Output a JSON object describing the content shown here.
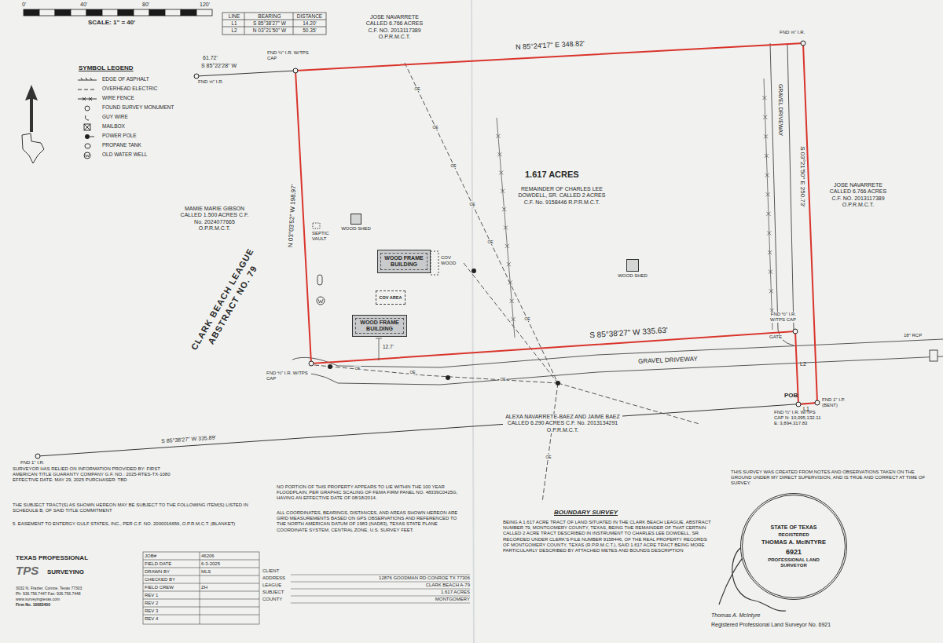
{
  "diagram": {
    "title": "BOUNDARY SURVEY",
    "nodes": [
      {
        "text": [
          "WOOD FRAME BUILDING"
        ]
      },
      {
        "text": [
          "WOOD FRAME BUILDING"
        ]
      },
      {
        "text": [
          "COV AREA"
        ]
      },
      {
        "text": [
          "WOOD SHED"
        ]
      },
      {
        "text": [
          "WOOD SHED"
        ]
      },
      {
        "text": [
          "STATE OF TEXAS",
          "REGISTERED",
          "THOMAS A. McINTYRE",
          "6921",
          "PROFESSIONAL LAND SURVEYOR"
        ]
      }
    ],
    "labels": [
      "0'",
      "40'",
      "80'",
      "120'",
      "SCALE: 1\" = 40'",
      "LINE",
      "BEARING",
      "DISTANCE",
      "L1",
      "S 85°38'27\" W",
      "14.20'",
      "L2",
      "N 03°21'50\" W",
      "50.35'",
      "SYMBOL LEGEND",
      "JOSE NAVARRETE CALLED 6.766 ACRES C.F. NO. 2013117389 O.P.R.M.C.T.",
      "N 85°24'17\" E 348.82'",
      "FND ⅝\" I.R.",
      "61.72'",
      "S 85°22'28\" W",
      "FND ⅝\" I.R.",
      "FND ½\" I.R. W/TPS CAP",
      "N 03°03'52\" W 198.97'",
      "1.617 ACRES",
      "REMAINDER OF CHARLES LEE DOWDELL, SR. CALLED 2 ACRES C.F. No. 9158446 R.P.R.M.C.T.",
      "GRAVEL DRIVEWAY",
      "S 03°21'50\" E 250.73'",
      "JOSE NAVARRETE CALLED 6.766 ACRES C.F. NO. 2013117389 O.P.R.M.C.T.",
      "MAMIE MARIE GIBSON CALLED 1.500 ACRES C.F. No. 2024077665 O.P.R.M.C.T.",
      "CLARK BEACH LEAGUE ABSTRACT NO. 79",
      "SEPTIC VAULT",
      "COV WOOD",
      "12.7'",
      "FND ½\" I.R. W/TPS CAP",
      "GATE",
      "L2",
      "L1",
      "S 85°38'27\" W 335.63'",
      "GRAVEL DRIVEWAY",
      "POB",
      "FND ½\" I.R. W/TPS CAP N: 10,095,132.11 E: 3,894,317.83",
      "FND 1\" I.P. (BENT)",
      "18\" RCP",
      "FND ½\" I.R. W/TPS CAP",
      "S 85°38'27\" W 335.89'",
      "FND 1\" I.R.",
      "ALEXA NAVARRETE-BAEZ AND JAIME BAEZ CALLED 6.290 ACRES C.F. No. 2013134291 O.P.R.M.C.T.",
      "OE",
      "OE",
      "OE",
      "OE",
      "OE",
      "OE",
      "OE",
      "OE",
      "OE",
      "OE",
      "SURVEYOR HAS RELIED ON INFORMATION PROVIDED BY: FIRST AMERICAN TITLE GUARANTY COMPANY G.F. NO.: 2025-RTES-TX-1080 EFFECTIVE DATE: MAY 29, 2025 PURCHASER: TBD",
      "THE SUBJECT TRACT(S) AS SHOWN HEREON MAY BE SUBJECT TO THE FOLLOWING ITEM(S) LISTED IN SCHEDULE B, OF SAID TITLE COMMITMENT",
      "5. EASEMENT TO ENTERGY GULF STATES, INC., PER C.F. NO. 2000016656, O.P.R.M.C.T. (BLANKET)",
      "NO PORTION OF THIS PROPERTY APPEARS TO LIE WITHIN THE 100 YEAR FLOODPLAIN, PER GRAPHIC SCALING OF FEMA FIRM PANEL NO. 48339C0425G, HAVING AN EFFECTIVE DATE OF 08/18/2014.",
      "ALL COORDINATES, BEARINGS, DISTANCES, AND AREAS SHOWN HEREON ARE GRID MEASUREMENTS BASED ON GPS OBSERVATIONS AND REFERENCED TO THE NORTH AMERICAN DATUM OF 1983 (NAD83), TEXAS STATE PLANE COORDINATE SYSTEM, CENTRAL ZONE, U.S. SURVEY FEET.",
      "BEING A 1.617 ACRE TRACT OF LAND SITUATED IN THE CLARK BEACH LEAGUE, ABSTRACT NUMBER 79, MONTGOMERY COUNTY, TEXAS, BEING THE REMAINDER OF THAT CERTAIN CALLED 2 ACRE TRACT DESCRIBED IN INSTRUMENT TO CHARLES LEE DOWDELL, SR. RECORDED UNDER CLERK'S FILE NUMBER 9158446, OF THE REAL PROPERTY RECORDS OF MONTGOMERY COUNTY, TEXAS (R.P.R.M.C.T.), SAID 1.617 ACRE TRACT BEING MORE PARTICULARLY DESCRIBED BY ATTACHED METES AND BOUNDS DESCRIPTION",
      "THIS SURVEY WAS CREATED FROM NOTES AND OBSERVATIONS TAKEN ON THE GROUND UNDER MY DIRECT SUPERVISION, AND IS TRUE AND CORRECT AT TIME OF SURVEY.",
      "Thomas A. McIntyre",
      "Registered Professional Land Surveyor No. 6921",
      "TEXAS PROFESSIONAL",
      "TPS",
      "SURVEYING",
      "3032 N. Frazier, Conroe, Texas 77303",
      "Ph: 936.756.7447 Fax: 936.756.7448",
      "www.surveyingtexas.com",
      "Firm No. 10083400",
      "JOB#",
      "46206",
      "FIELD DATE",
      "6-3-2025",
      "DRAWN BY",
      "MLS",
      "CHECKED BY",
      "FIELD CREW",
      "ZH",
      "REV 1",
      "REV 2",
      "REV 3",
      "REV 4",
      "CLIENT",
      "ADDRESS",
      "12876 GOODMAN RD CONROE TX 77306",
      "LEAGUE",
      "CLARK BEACH A-79",
      "SUBJECT",
      "1.617 ACRES",
      "COUNTY",
      "MONTGOMERY"
    ],
    "legend": [
      {
        "text": "EDGE OF ASPHALT"
      },
      {
        "text": "OVERHEAD ELECTRIC"
      },
      {
        "text": "WIRE FENCE"
      },
      {
        "text": "FOUND SURVEY MONUMENT"
      },
      {
        "text": "GUY WIRE"
      },
      {
        "text": "MAILBOX"
      },
      {
        "text": "POWER POLE"
      },
      {
        "text": "PROPANE TANK"
      },
      {
        "text": "OLD WATER WELL"
      }
    ]
  }
}
